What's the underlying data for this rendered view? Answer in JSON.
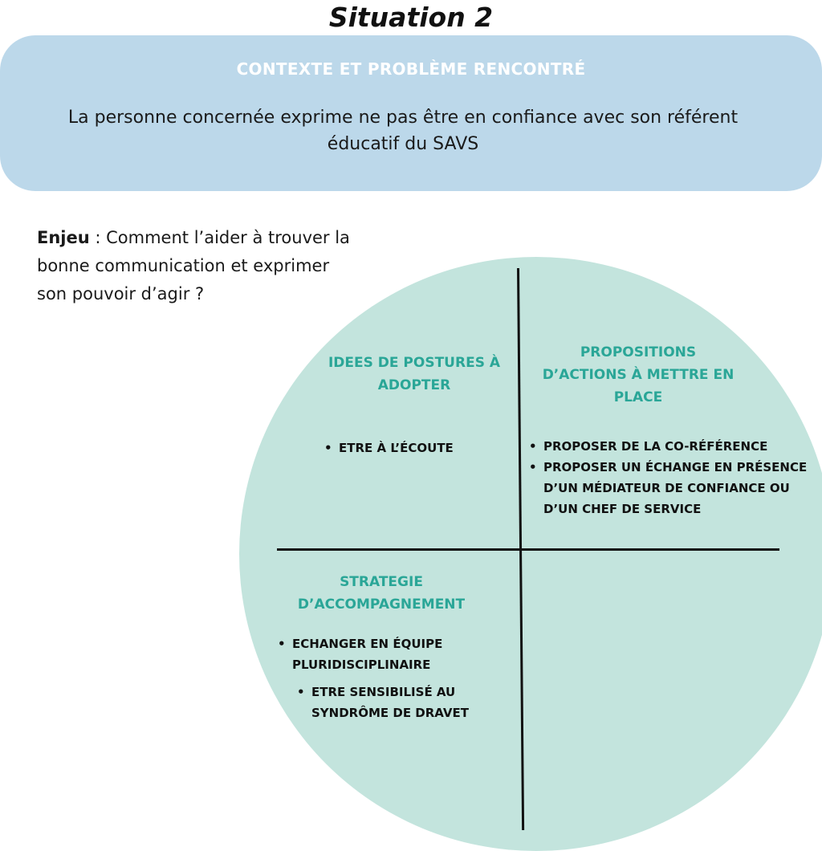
{
  "page": {
    "title": "Situation 2"
  },
  "context": {
    "heading": "CONTEXTE ET PROBLÈME RENCONTRÉ",
    "text": "La personne concernée exprime ne pas être en confiance avec son référent éducatif du SAVS"
  },
  "enjeu": {
    "label": "Enjeu",
    "separator": " : ",
    "text": "Comment l’aider à trouver la bonne communication et exprimer son pouvoir d’agir ?"
  },
  "quadrants": {
    "postures": {
      "title": "IDEES DE POSTURES À ADOPTER",
      "items": [
        "ETRE À L’ÉCOUTE"
      ]
    },
    "actions": {
      "title": "PROPOSITIONS D’ACTIONS À METTRE EN PLACE",
      "items": [
        "PROPOSER DE LA CO-RÉFÉRENCE",
        "PROPOSER UN ÉCHANGE EN PRÉSENCE D’UN MÉDIATEUR DE CONFIANCE OU D’UN CHEF DE SERVICE"
      ]
    },
    "strategie": {
      "title": "STRATEGIE D’ACCOMPAGNEMENT",
      "items": [
        "ECHANGER EN ÉQUIPE PLURIDISCIPLINAIRE",
        "ETRE SENSIBILISÉ AU SYNDRÔME DE DRAVET"
      ]
    }
  },
  "bullet_glyph": "•",
  "colors": {
    "context_background": "#bcd8ea",
    "circle_fill": "#c3e4dd",
    "quadrant_title": "#2aa697",
    "divider": "#111111"
  }
}
